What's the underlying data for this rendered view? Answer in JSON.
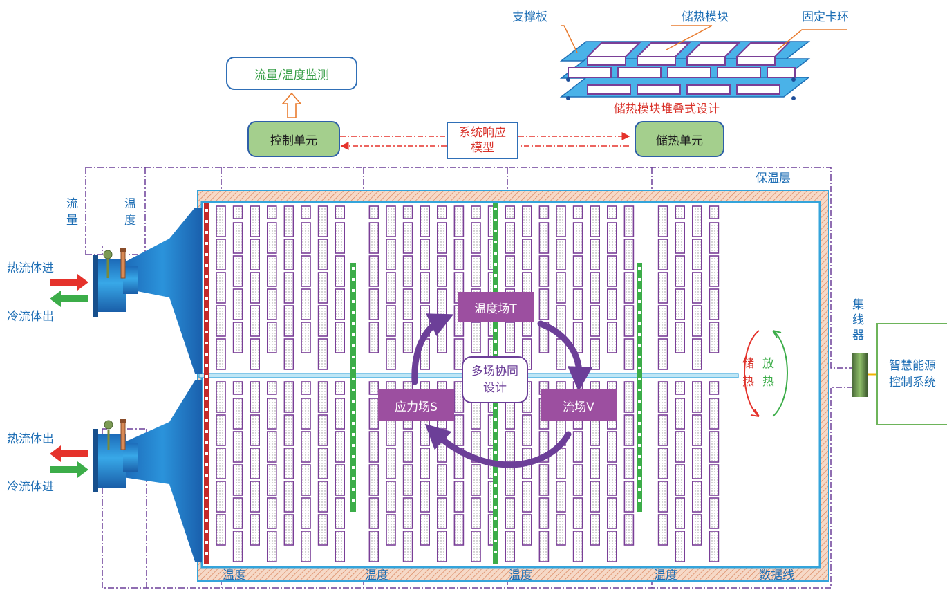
{
  "labels": {
    "support_plate": "支撑板",
    "storage_module": "储热模块",
    "retaining_ring": "固定卡环",
    "stack_design": "储热模块堆叠式设计",
    "flow_temp_monitor": "流量/温度监测",
    "control_unit": "控制单元",
    "system_model": "系统响应模型",
    "storage_unit": "储热单元",
    "insulation": "保温层",
    "flow": "流量",
    "temperature_vertical": "温度",
    "hot_in": "热流体进",
    "cold_out": "冷流体出",
    "hot_out": "热流体出",
    "cold_in": "冷流体进",
    "temp_field": "温度场T",
    "stress_field": "应力场S",
    "flow_field": "流场V",
    "multifield": "多场协同设计",
    "store_heat": "储热",
    "release_heat": "放热",
    "hub": "集线器",
    "smart_energy": "智慧能源控制系统",
    "temp_bottom_1": "温度",
    "temp_bottom_2": "温度",
    "temp_bottom_3": "温度",
    "temp_bottom_4": "温度",
    "data_line": "数据线"
  },
  "colors": {
    "frame_blue": "#34a4db",
    "module_purple": "#7a3f97",
    "field_purple": "#9c4fa0",
    "arrow_purple": "#6c3f98",
    "hot_red": "#e5322b",
    "cold_green": "#3cad49",
    "inlet_blue": "#1a6fc0",
    "control_green": "#a4cf8d"
  }
}
